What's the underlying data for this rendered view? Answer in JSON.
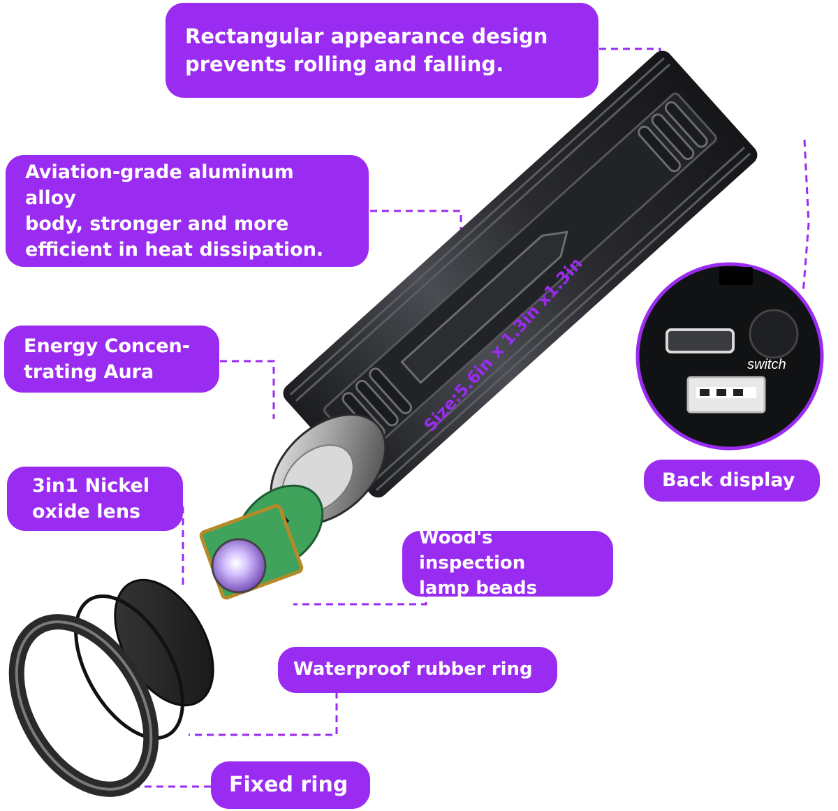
{
  "callouts": {
    "rectangular": "Rectangular appearance design\nprevents rolling and falling.",
    "aluminum": "Aviation-grade aluminum alloy\nbody, stronger and more\nefficient in heat dissipation.",
    "energy": "Energy Concen-\ntrating Aura",
    "lens": "3in1 Nickel\noxide lens",
    "beads": "Wood's inspection\nlamp beads",
    "rubber_ring": "Waterproof rubber ring",
    "fixed_ring": "Fixed ring",
    "back_display": "Back display"
  },
  "size_text": "Size:5.6in x 1.3in x1.3in",
  "switch_label": "switch",
  "colors": {
    "accent": "#9a2bf0",
    "body": "#2e2f33",
    "uv": "#b388ff",
    "pcb": "#3fa35b"
  }
}
